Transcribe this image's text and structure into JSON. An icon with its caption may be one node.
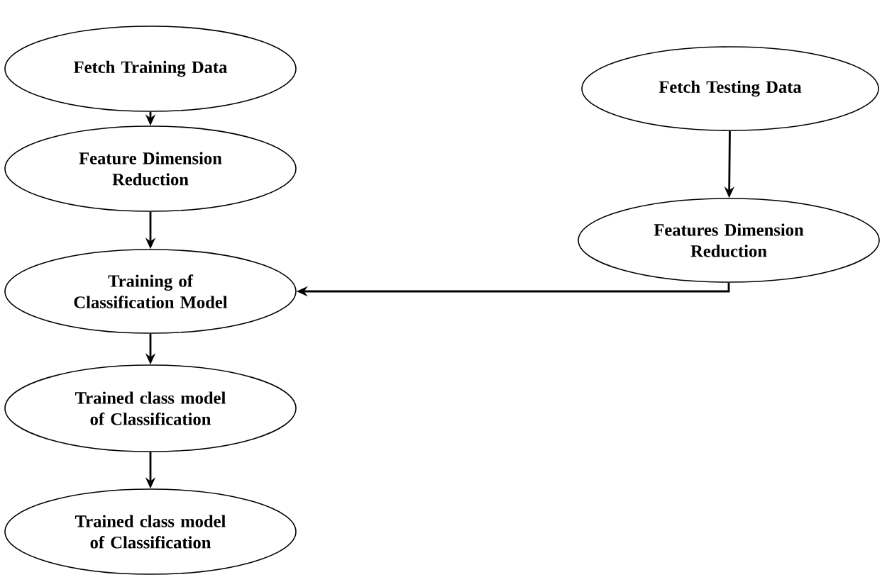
{
  "diagram": {
    "nodes": [
      {
        "text": [
          "Fetch Training Data"
        ]
      },
      {
        "text": [
          "Feature Dimension Reduction"
        ]
      },
      {
        "text": [
          "Training of Classification Model"
        ]
      },
      {
        "text": [
          "Trained class model of Classification"
        ]
      },
      {
        "text": [
          "Trained class model of Classification"
        ]
      },
      {
        "text": [
          "Fetch Testing Data"
        ]
      },
      {
        "text": [
          "Features Dimension Reduction"
        ]
      }
    ],
    "edges": [
      {
        "from": 0,
        "to": 1,
        "arrow": "to"
      },
      {
        "from": 1,
        "to": 2,
        "arrow": "to"
      },
      {
        "from": 5,
        "to": 6,
        "arrow": "to"
      },
      {
        "from": 6,
        "to": 2,
        "arrow": "to"
      },
      {
        "from": 2,
        "to": 3,
        "arrow": "to"
      },
      {
        "from": 3,
        "to": 4,
        "arrow": "to"
      }
    ]
  }
}
